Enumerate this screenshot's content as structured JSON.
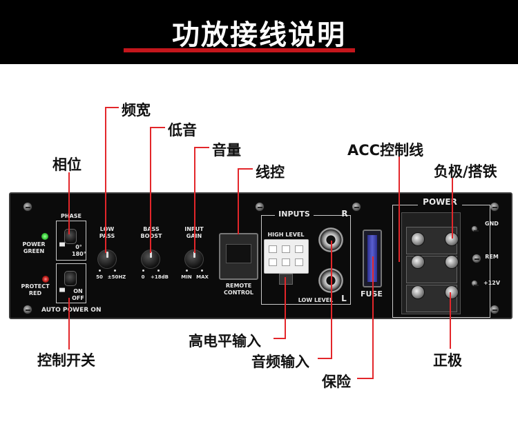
{
  "header": {
    "title": "功放接线说明"
  },
  "callouts": {
    "bandwidth": "频宽",
    "bass": "低音",
    "phase": "相位",
    "volume": "音量",
    "line_control": "线控",
    "acc": "ACC控制线",
    "negative": "负极/搭铁",
    "control_switch": "控制开关",
    "high_level_input": "高电平输入",
    "audio_input": "音频输入",
    "fuse": "保险",
    "positive": "正极"
  },
  "panel": {
    "power_label_1": "POWER",
    "power_label_2": "GREEN",
    "protect_label_1": "PROTECT",
    "protect_label_2": "RED",
    "phase_title": "PHASE",
    "phase_0": "0°",
    "phase_180": "180°",
    "on_label": "ON",
    "off_label": "OFF",
    "auto_power": "AUTO POWER ON",
    "low_pass_1": "LOW",
    "low_pass_2": "PASS",
    "low_pass_min": "50",
    "low_pass_max": "±50HZ",
    "bass_boost_1": "BASS",
    "bass_boost_2": "BOOST",
    "bass_min": "0",
    "bass_max": "+18dB",
    "input_gain_1": "INPUT",
    "input_gain_2": "GAIN",
    "gain_min": "MIN",
    "gain_max": "MAX",
    "remote_1": "REMOTE",
    "remote_2": "CONTROL",
    "inputs": "INPUTS",
    "high_level": "HIGH LEVEL",
    "low_level": "LOW LEVEL",
    "r_label": "R",
    "l_label": "L",
    "fuse_label": "FUSE",
    "power_title": "POWER",
    "gnd": "GND",
    "rem": "REM",
    "plus12": "+12V"
  },
  "colors": {
    "accent_line": "#e3262a",
    "led_green": "#3fd23f",
    "led_red": "#c0201c",
    "header_bg": "#000000"
  }
}
